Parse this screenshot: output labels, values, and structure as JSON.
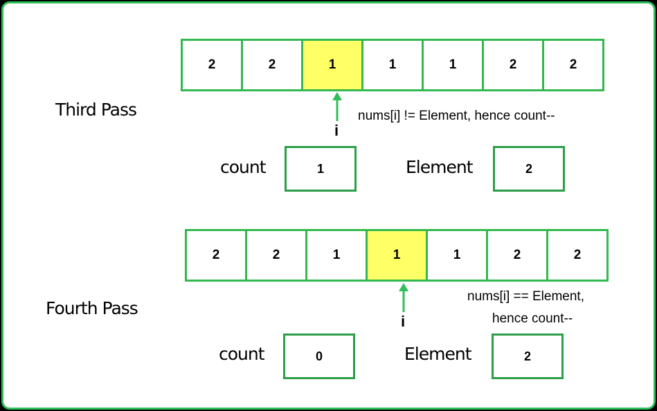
{
  "accent_color": "#2fbf5a",
  "highlight_color": "#ffff66",
  "passes": [
    {
      "label": "Third Pass",
      "array": [
        "2",
        "2",
        "1",
        "1",
        "1",
        "2",
        "2"
      ],
      "highlight_index": 2,
      "pointer_label": "i",
      "note_lines": [
        "nums[i] != Element, hence count--"
      ],
      "count_label": "count",
      "count_value": "1",
      "element_label": "Element",
      "element_value": "2"
    },
    {
      "label": "Fourth Pass",
      "array": [
        "2",
        "2",
        "1",
        "1",
        "1",
        "2",
        "2"
      ],
      "highlight_index": 3,
      "pointer_label": "i",
      "note_lines": [
        "nums[i] == Element,",
        "hence count--"
      ],
      "count_label": "count",
      "count_value": "0",
      "element_label": "Element",
      "element_value": "2"
    }
  ]
}
